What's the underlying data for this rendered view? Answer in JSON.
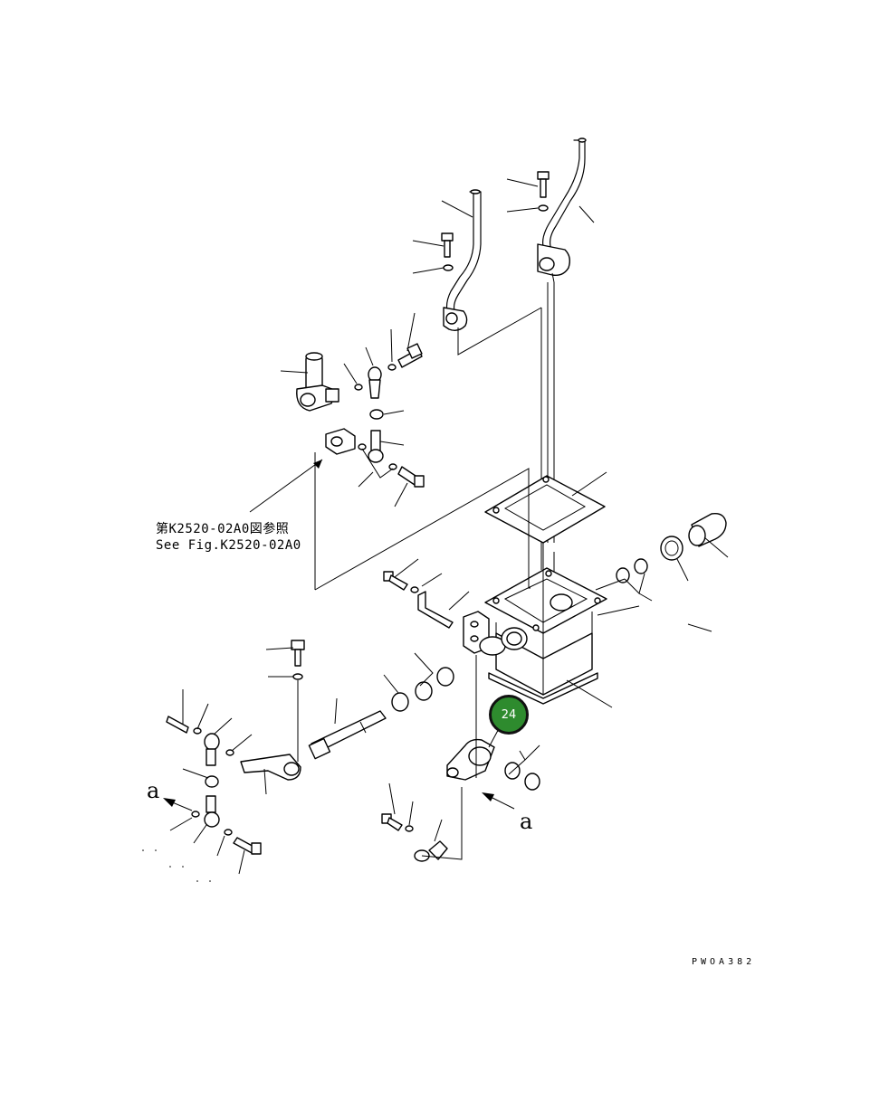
{
  "reference_note": {
    "line1": "第K2520-02A0図参照",
    "line2": "See Fig.K2520-02A0"
  },
  "view_labels": {
    "left": "a",
    "right": "a"
  },
  "figure_code": "PWOA382",
  "callouts": [
    {
      "number": "24",
      "color": "#2e8b2e"
    }
  ]
}
